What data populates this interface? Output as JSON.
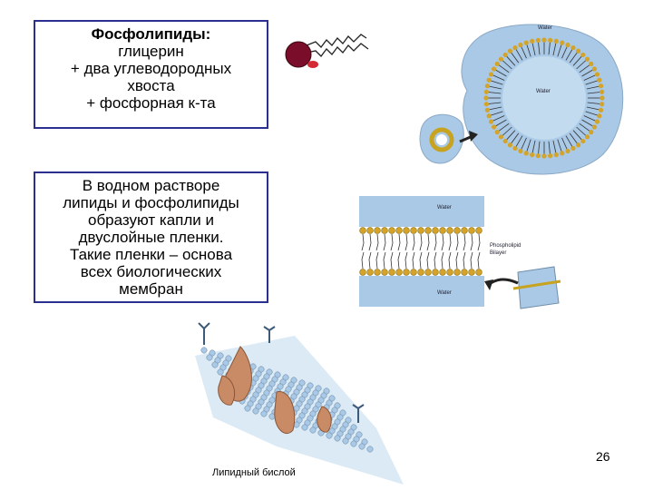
{
  "box1": {
    "title": "Фосфолипиды:",
    "lines": [
      "глицерин",
      "+ два углеводородных",
      "хвоста",
      "+ фосфорная к-та"
    ]
  },
  "box2": {
    "lines": [
      "В водном растворе",
      "липиды и фосфолипиды",
      "образуют капли и",
      "двуслойные пленки.",
      "Такие пленки – основа",
      "всех биологических",
      "мембран"
    ]
  },
  "figures": {
    "micelle": {
      "water_outer": "Water",
      "water_inner": "Water"
    },
    "bilayer": {
      "water_top": "Water",
      "water_bottom": "Water",
      "label_line1": "Phospholipid",
      "label_line2": "Bilayer"
    },
    "membrane": {
      "caption": "Липидный бислой"
    }
  },
  "page_number": "26",
  "colors": {
    "box_border": "#2b2f8f",
    "head_dark": "#7a0e2a",
    "head_red": "#d42a33",
    "water_blue": "#a9c9e6",
    "protein": "#c98b65"
  }
}
